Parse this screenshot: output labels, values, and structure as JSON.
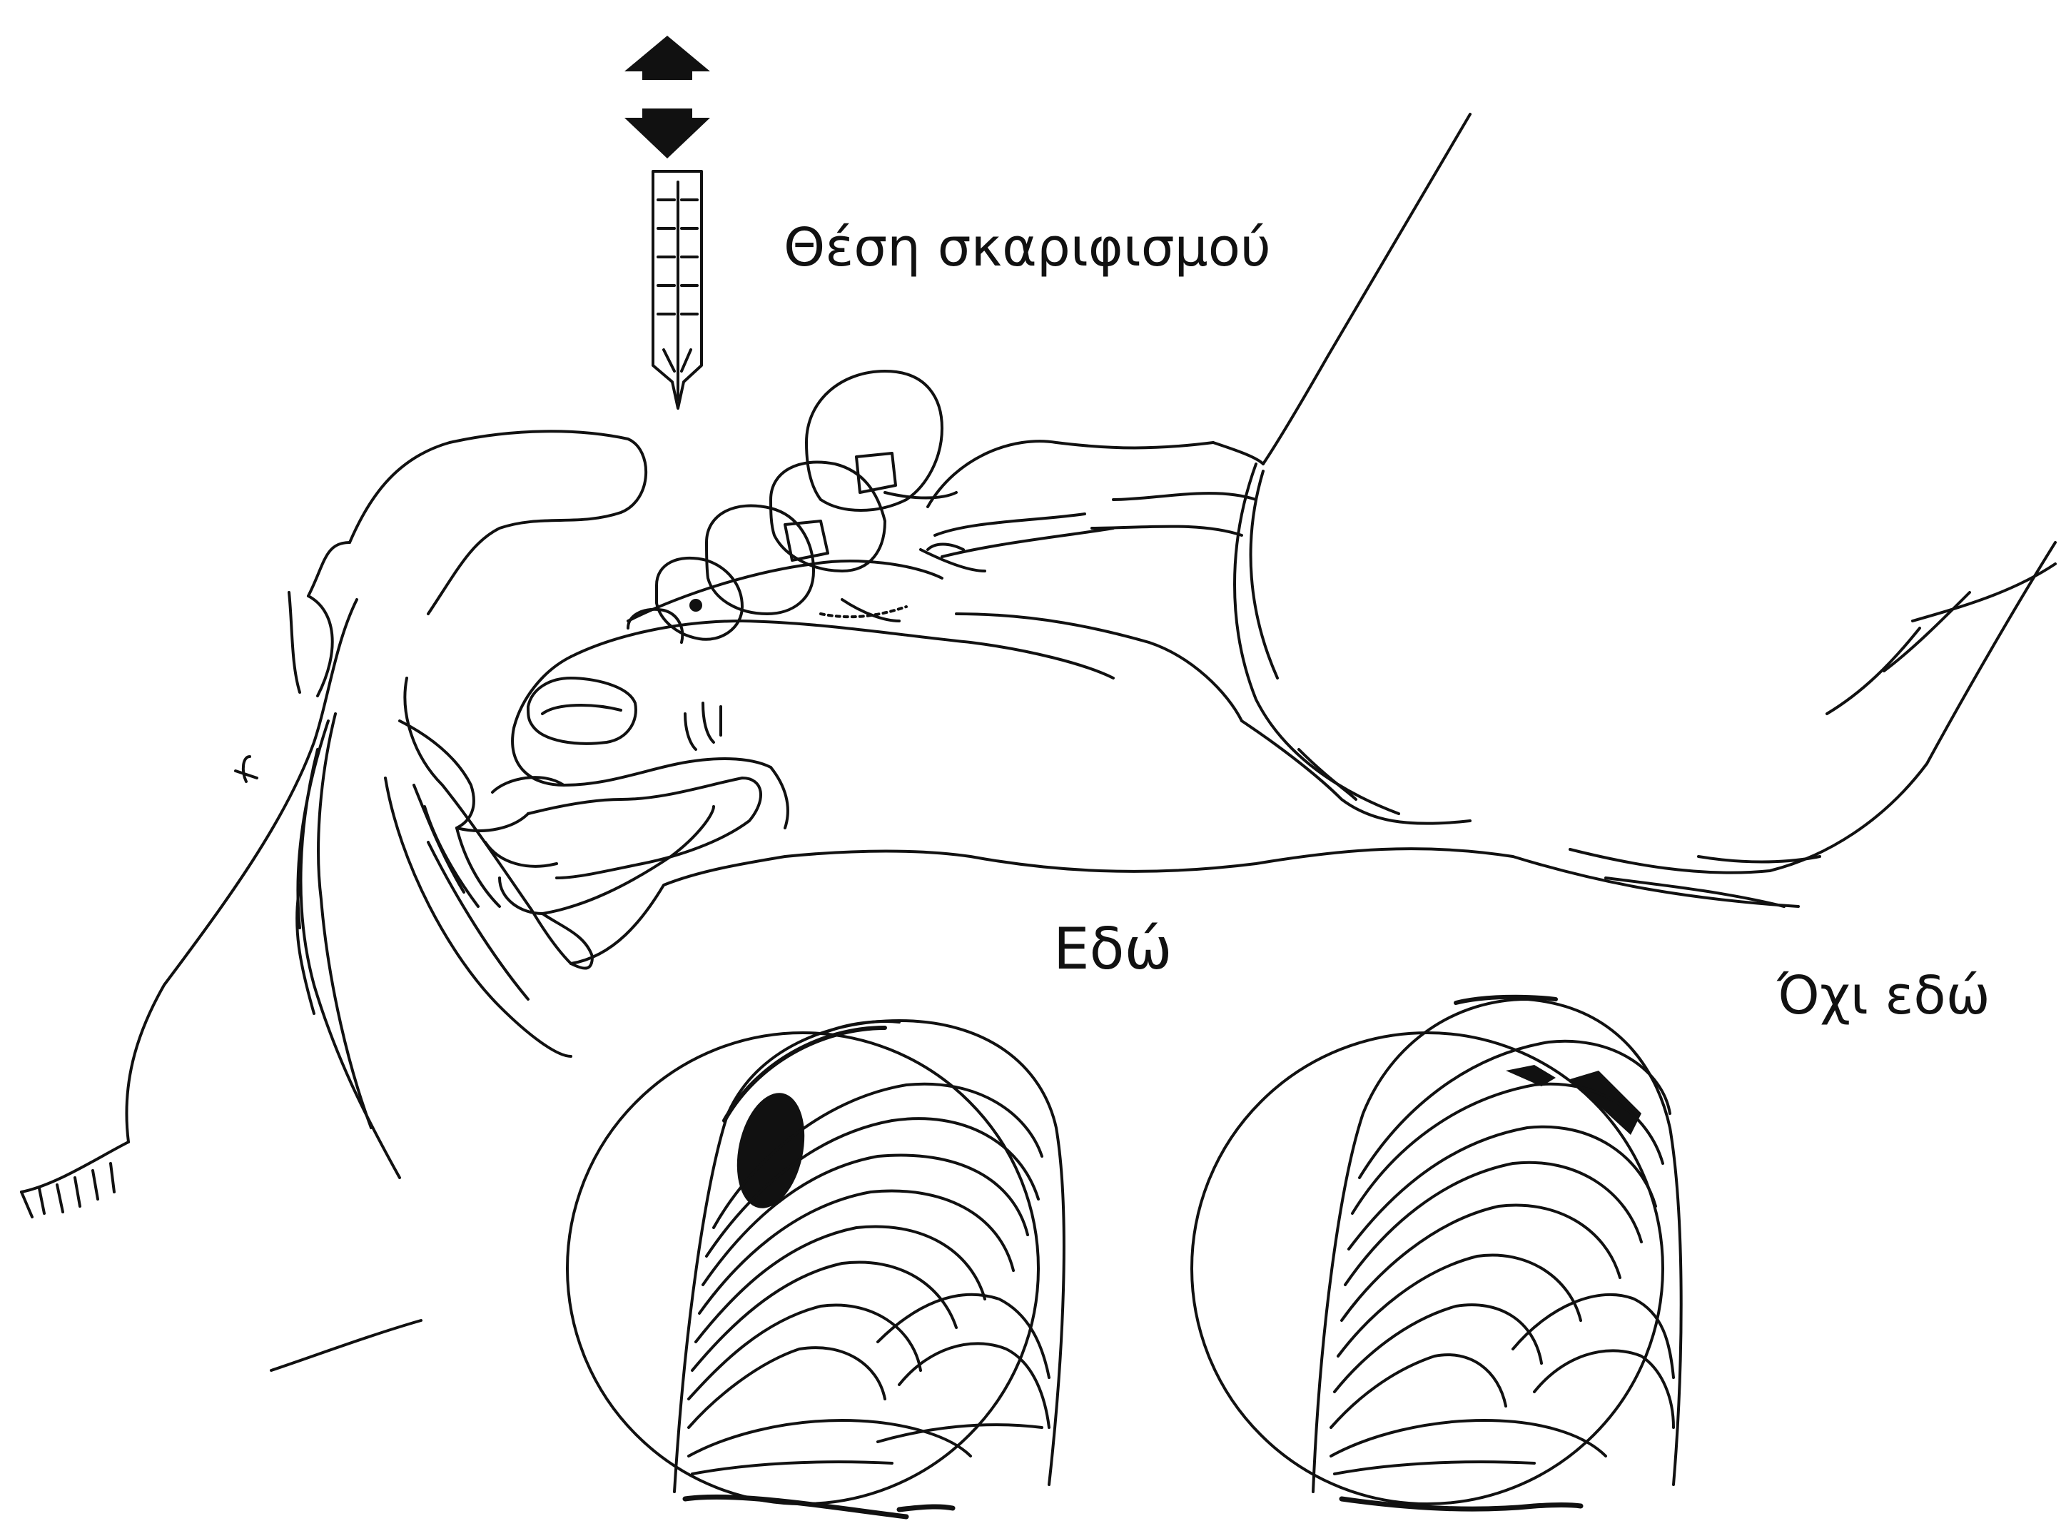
{
  "labels": {
    "puncture_site": "Θέση σκαριφισμού",
    "here": "Εδώ",
    "not_here": "Όχι εδώ"
  },
  "colors": {
    "ink": "#111111",
    "background": "#ffffff"
  }
}
